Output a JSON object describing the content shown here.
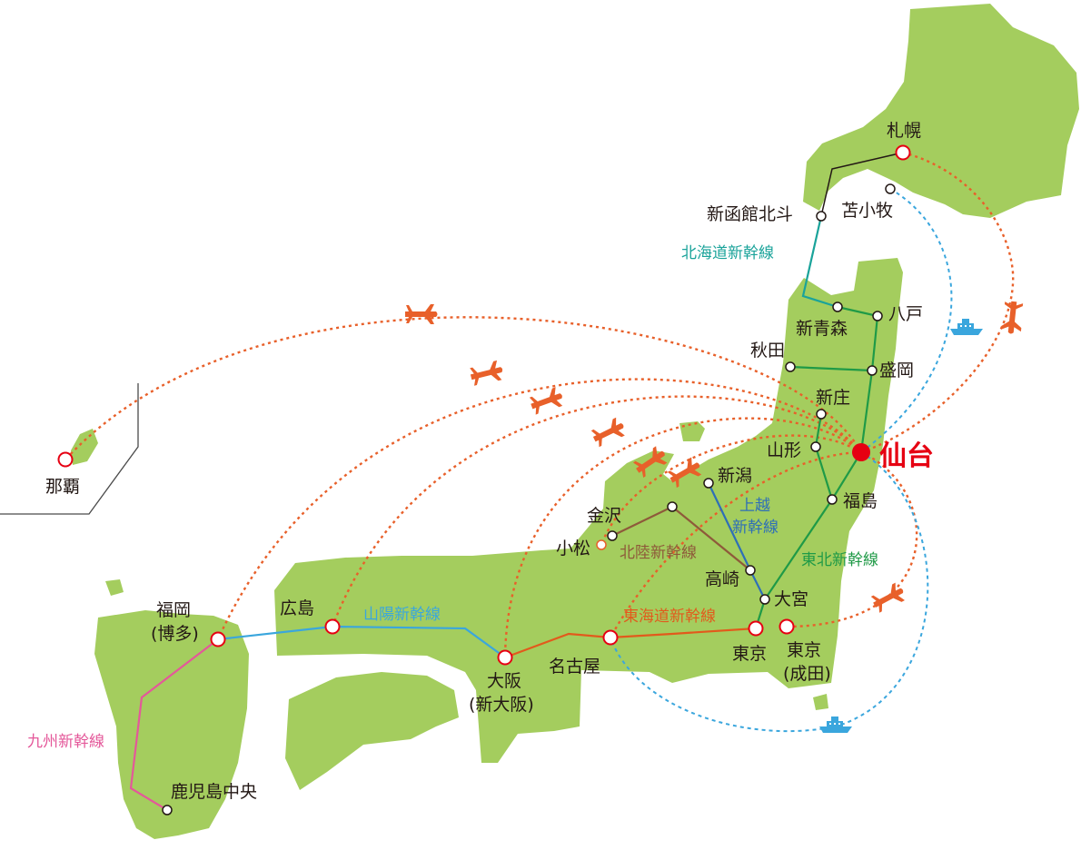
{
  "colors": {
    "land": "#a4cd5e",
    "air": "#e8602a",
    "ferry": "#3aa6dd",
    "tohoku": "#1f9a47",
    "hokkaido": "#1aa39a",
    "joetsu": "#2e6fb7",
    "hokuriku": "#8e5a3a",
    "tokaido": "#e25a1c",
    "sanyo": "#3aa6dd",
    "kyushu": "#e4589a",
    "hub": "#e60012"
  },
  "hub": {
    "name": "仙台"
  },
  "cities": {
    "sapporo": "札幌",
    "tomakomai": "苫小牧",
    "shinhakodate": "新函館北斗",
    "shinaomori": "新青森",
    "hachinohe": "八戸",
    "akita": "秋田",
    "morioka": "盛岡",
    "shinjo": "新庄",
    "yamagata": "山形",
    "fukushima": "福島",
    "niigata": "新潟",
    "kanazawa": "金沢",
    "komatsu": "小松",
    "takasaki": "高崎",
    "omiya": "大宮",
    "tokyo": "東京",
    "narita_1": "東京",
    "narita_2": "(成田)",
    "nagoya": "名古屋",
    "osaka_1": "大阪",
    "osaka_2": "(新大阪)",
    "hiroshima": "広島",
    "fukuoka_1": "福岡",
    "fukuoka_2": "(博多)",
    "kagoshima": "鹿児島中央",
    "naha": "那覇"
  },
  "lines": {
    "hokkaido": "北海道新幹線",
    "joetsu_1": "上越",
    "joetsu_2": "新幹線",
    "hokuriku": "北陸新幹線",
    "tohoku": "東北新幹線",
    "tokaido": "東海道新幹線",
    "sanyo": "山陽新幹線",
    "kyushu": "九州新幹線"
  },
  "icons": {
    "flight": "airplane-icon",
    "ferry": "ferry-icon"
  }
}
